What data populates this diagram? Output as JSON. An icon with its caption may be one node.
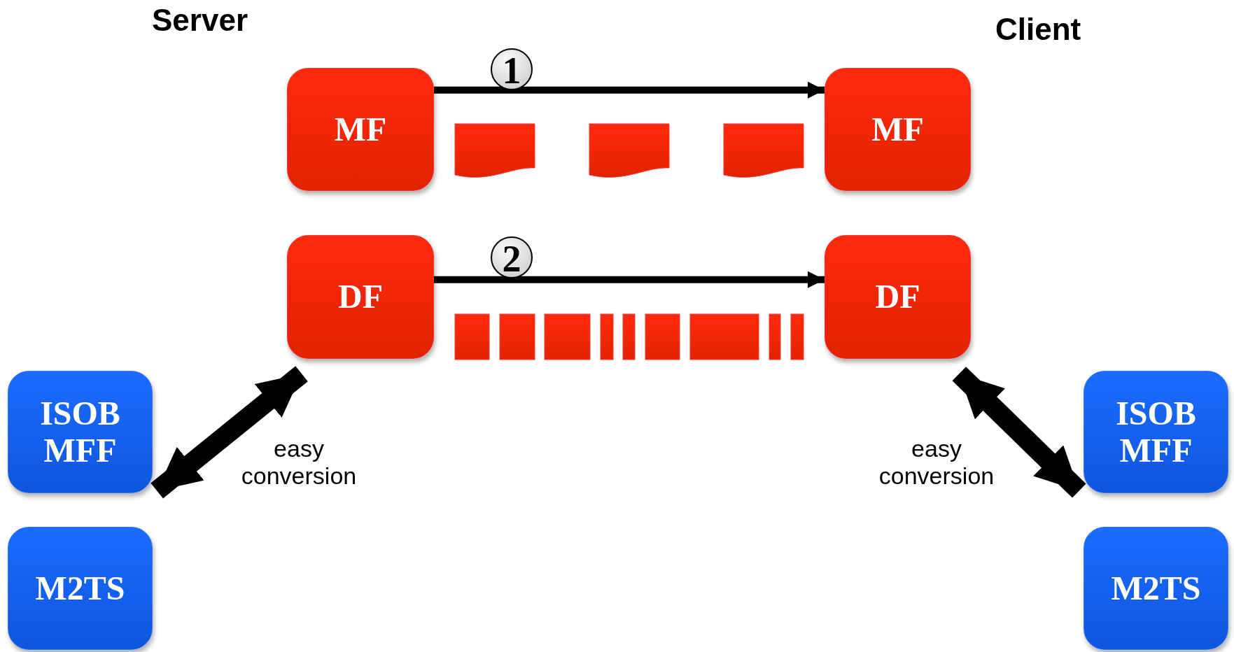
{
  "diagram": {
    "nodes": [
      {
        "text": [
          "MF"
        ]
      },
      {
        "text": [
          "DF"
        ]
      },
      {
        "text": [
          "ISOB MFF"
        ]
      },
      {
        "text": [
          "M2TS"
        ]
      },
      {
        "text": [
          "MF"
        ]
      },
      {
        "text": [
          "DF"
        ]
      },
      {
        "text": [
          "ISOB MFF"
        ]
      },
      {
        "text": [
          "M2TS"
        ]
      }
    ],
    "edges": [
      {
        "from": 0,
        "to": 4,
        "arrow": "to",
        "label": "1"
      },
      {
        "from": 1,
        "to": 5,
        "arrow": "to",
        "label": "2"
      },
      {
        "from": 1,
        "to": 2,
        "arrow": "both",
        "label": "easy conversion",
        "style": "thick"
      },
      {
        "from": 5,
        "to": 6,
        "arrow": "both",
        "label": "easy conversion",
        "style": "thick"
      }
    ],
    "labels": [
      "Server",
      "Client"
    ]
  }
}
